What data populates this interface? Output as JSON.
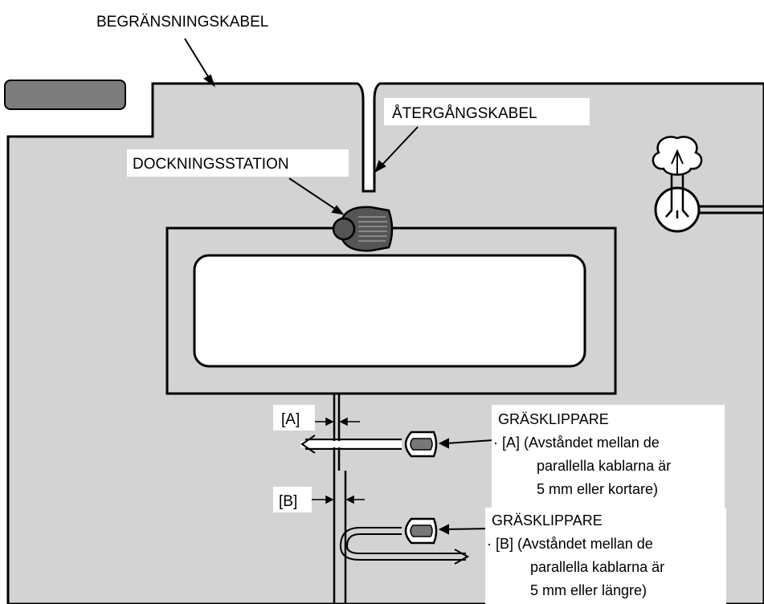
{
  "labels": {
    "boundary_cable": "BEGRÄNSNINGSKABEL",
    "return_cable": "ÅTERGÅNGSKABEL",
    "docking_station": "DOCKNINGSSTATION",
    "gap_a": "[A]",
    "gap_b": "[B]"
  },
  "mower_a": {
    "title": "GRÄSKLIPPARE",
    "line1": "· [A] (Avståndet mellan de",
    "line2": "parallella kablarna är",
    "line3": "5 mm eller kortare)"
  },
  "mower_b": {
    "title": "GRÄSKLIPPARE",
    "line1": "· [B] (Avståndet mellan de",
    "line2": "parallella kablarna är",
    "line3": "5 mm eller längre)"
  },
  "colors": {
    "lawn": "#d3d3d3",
    "outline": "#000000",
    "patio": "#7d7d7d",
    "station": "#555555"
  }
}
